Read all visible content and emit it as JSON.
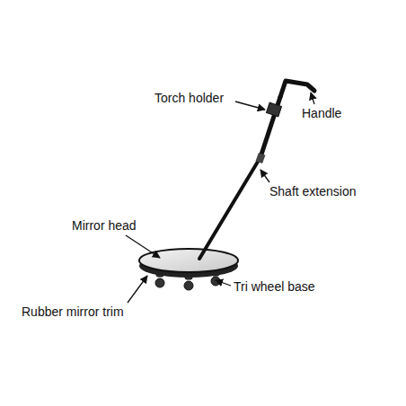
{
  "diagram": {
    "labels": [
      "Torch holder",
      "Handle",
      "Shaft extension",
      "Mirror head",
      "Tri wheel base",
      "Rubber mirror trim"
    ]
  }
}
